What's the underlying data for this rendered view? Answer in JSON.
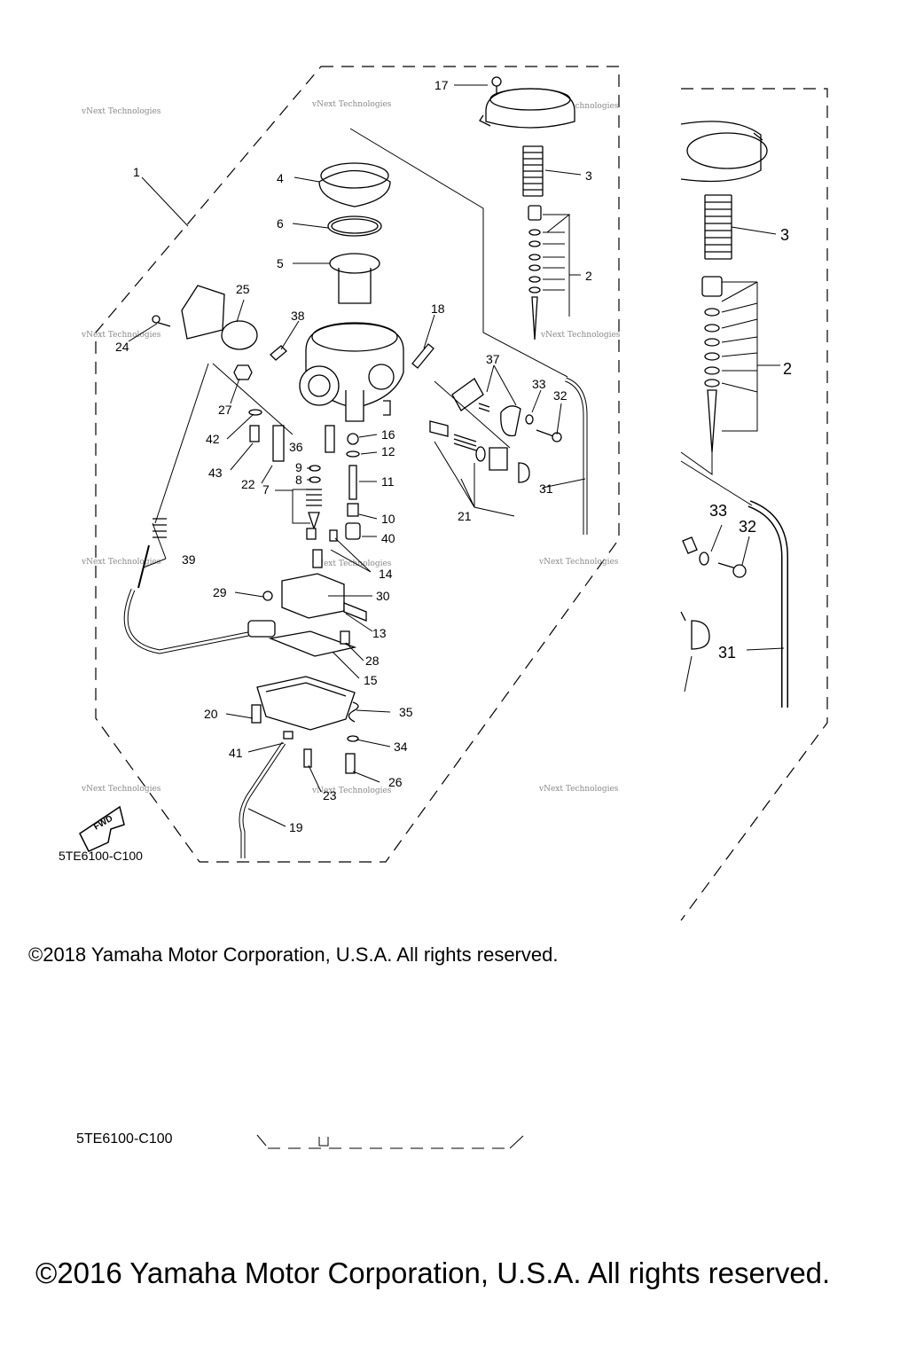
{
  "diagram": {
    "code_label": "5TE6100-C100",
    "fwd_label": "FWD",
    "watermark": "vNext Technologies",
    "parts_main": [
      "1",
      "2",
      "3",
      "4",
      "5",
      "6",
      "7",
      "8",
      "9",
      "10",
      "11",
      "12",
      "13",
      "14",
      "15",
      "16",
      "17",
      "18",
      "19",
      "20",
      "21",
      "22",
      "23",
      "24",
      "25",
      "26",
      "27",
      "28",
      "29",
      "30",
      "31",
      "32",
      "33",
      "34",
      "35",
      "36",
      "37",
      "38",
      "39",
      "40",
      "41",
      "42",
      "43"
    ],
    "parts_inset": [
      "3",
      "2",
      "33",
      "32",
      "31"
    ]
  },
  "footer": {
    "copyright_2018": "©2018 Yamaha Motor Corporation, U.S.A. All rights reserved.",
    "code_label_bottom": "5TE6100-C100",
    "copyright_2016": "©2016 Yamaha Motor Corporation, U.S.A. All rights reserved."
  }
}
